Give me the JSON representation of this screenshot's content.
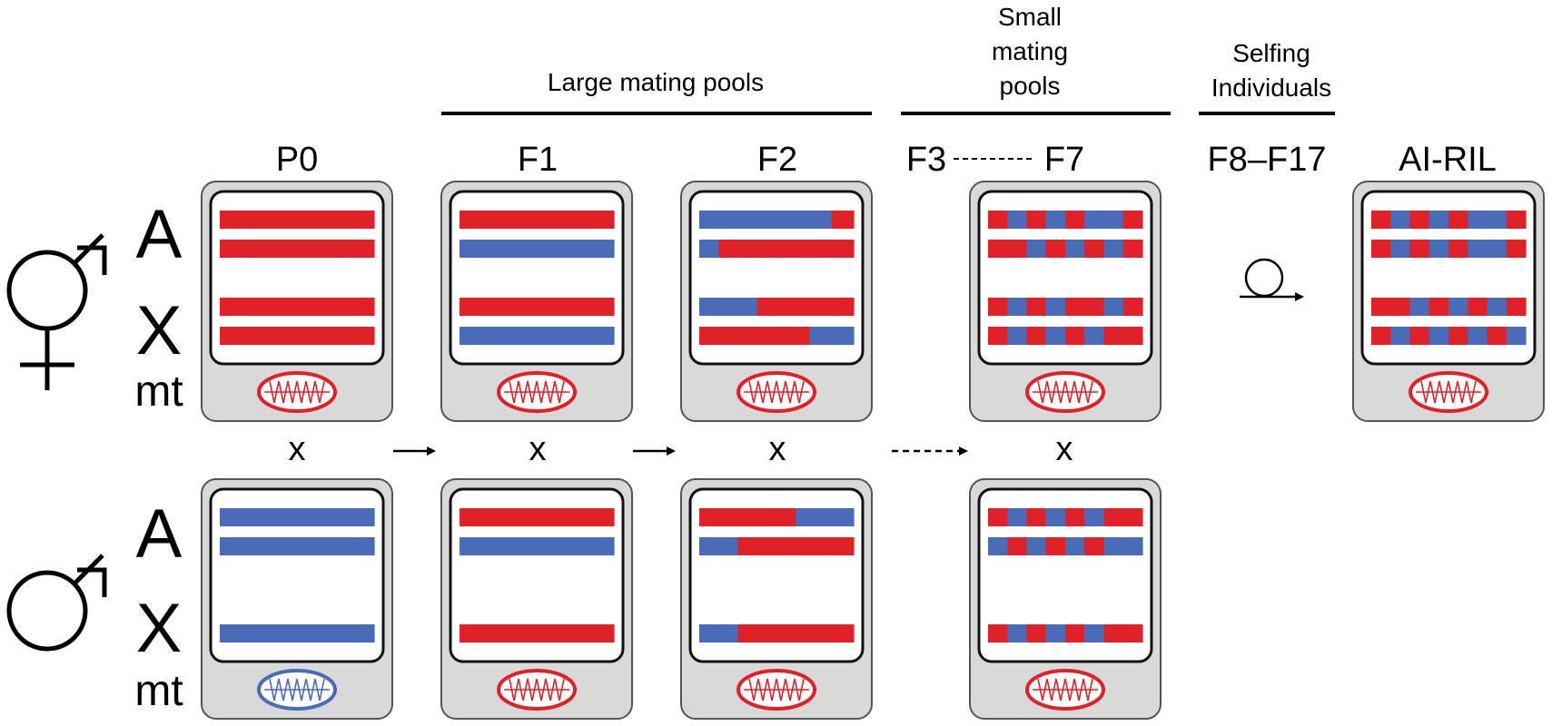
{
  "colors": {
    "red": "#e02128",
    "blue": "#4a6bb8",
    "cell_fill": "#d9d9d9",
    "cell_stroke": "#555555",
    "inner_fill": "#ffffff",
    "inner_stroke": "#111111"
  },
  "headers": {
    "large_pools": "Large mating pools",
    "small_pools_line1": "Small",
    "small_pools_line2": "mating",
    "small_pools_line3": "pools",
    "selfing_line1": "Selfing",
    "selfing_line2": "Individuals"
  },
  "generations": {
    "p0": "P0",
    "f1": "F1",
    "f2": "F2",
    "f3": "F3",
    "f7": "F7",
    "f8_f17": "F8–F17",
    "ai_ril": "AI-RIL"
  },
  "row_labels": {
    "herm_autosome": "A",
    "herm_x": "X",
    "herm_mt": "mt",
    "male_autosome": "A",
    "male_x": "X",
    "male_mt": "mt"
  },
  "cross_symbol": "x",
  "symbols": {
    "hermaphrodite": "hermaphrodite-symbol",
    "male": "male-symbol",
    "selfing": "selfing-loop-arrow-icon",
    "mitochondrion": "mitochondrion-icon"
  },
  "cells": [
    {
      "id": "p0-herm",
      "chromosomes": [
        [
          "R"
        ],
        [
          "R"
        ],
        [
          "R"
        ],
        [
          "R"
        ]
      ],
      "mito": "red"
    },
    {
      "id": "p0-male",
      "chromosomes": [
        [
          "B"
        ],
        [
          "B"
        ],
        null,
        [
          "B"
        ]
      ],
      "mito": "blue"
    },
    {
      "id": "f1-herm",
      "chromosomes": [
        [
          "R"
        ],
        [
          "B"
        ],
        [
          "R"
        ],
        [
          "B"
        ]
      ],
      "mito": "red"
    },
    {
      "id": "f1-male",
      "chromosomes": [
        [
          "R"
        ],
        [
          "B"
        ],
        null,
        [
          "R"
        ]
      ],
      "mito": "red"
    },
    {
      "id": "f2-herm",
      "chromosomes": [
        [
          "B",
          "B",
          "B",
          "B",
          "B",
          "B",
          "R"
        ],
        [
          "B",
          "R",
          "R",
          "R",
          "R",
          "R",
          "R",
          "R"
        ],
        [
          "B",
          "B",
          "B",
          "R",
          "R",
          "R",
          "R",
          "R"
        ],
        [
          "R",
          "R",
          "R",
          "R",
          "R",
          "B",
          "B"
        ]
      ],
      "mito": "red"
    },
    {
      "id": "f2-male",
      "chromosomes": [
        [
          "R",
          "R",
          "R",
          "R",
          "R",
          "B",
          "B",
          "B"
        ],
        [
          "B",
          "B",
          "R",
          "R",
          "R",
          "R",
          "R",
          "R"
        ],
        null,
        [
          "B",
          "B",
          "R",
          "R",
          "R",
          "R",
          "R",
          "R"
        ]
      ],
      "mito": "red"
    },
    {
      "id": "f7-herm",
      "chromosomes": [
        [
          "R",
          "B",
          "R",
          "B",
          "R",
          "B",
          "B",
          "R"
        ],
        [
          "R",
          "R",
          "B",
          "R",
          "B",
          "R",
          "B",
          "R"
        ],
        [
          "R",
          "B",
          "R",
          "B",
          "R",
          "R",
          "B",
          "R"
        ],
        [
          "R",
          "B",
          "R",
          "B",
          "R",
          "B",
          "R",
          "R"
        ]
      ],
      "mito": "red"
    },
    {
      "id": "f7-male",
      "chromosomes": [
        [
          "R",
          "B",
          "R",
          "B",
          "R",
          "B",
          "R",
          "R"
        ],
        [
          "B",
          "R",
          "B",
          "R",
          "B",
          "R",
          "B",
          "B"
        ],
        null,
        [
          "R",
          "B",
          "R",
          "B",
          "R",
          "B",
          "R",
          "R"
        ]
      ],
      "mito": "red"
    },
    {
      "id": "ril",
      "chromosomes": [
        [
          "R",
          "B",
          "R",
          "B",
          "R",
          "B",
          "B",
          "R"
        ],
        [
          "R",
          "B",
          "R",
          "B",
          "R",
          "B",
          "B",
          "R"
        ],
        [
          "R",
          "R",
          "B",
          "R",
          "B",
          "R",
          "B",
          "R"
        ],
        [
          "R",
          "B",
          "R",
          "B",
          "R",
          "B",
          "R",
          "B"
        ]
      ],
      "mito": "red"
    }
  ]
}
